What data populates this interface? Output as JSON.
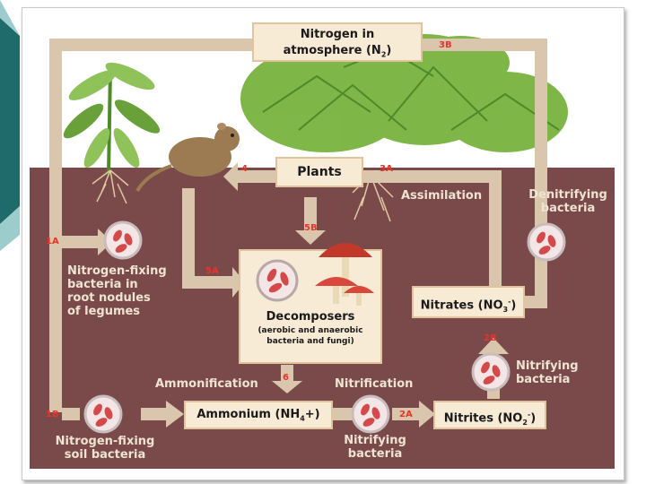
{
  "colors": {
    "soil": "#7a4a4a",
    "sky": "#ffffff",
    "arrow": "#d9c6ad",
    "box_fill": "#f8ebd6",
    "box_border": "#e1c39c",
    "label_text": "#efe3d2",
    "step_red": "#e8332a",
    "plant_green": "#6aa03a"
  },
  "boxes": {
    "atmosphere_line1": "Nitrogen in",
    "atmosphere_line2": "atmosphere (N",
    "atmosphere_sub": "2",
    "atmosphere_end": ")",
    "plants": "Plants",
    "decomposers_title": "Decomposers",
    "decomposers_line1": "(aerobic and anaerobic",
    "decomposers_line2": "bacteria and fungi)",
    "ammonium_main": "Ammonium (NH",
    "ammonium_sub": "4",
    "ammonium_end": "+)",
    "nitrites_main": "Nitrites (NO",
    "nitrites_sub": "2",
    "nitrites_sup": "-",
    "nitrites_end": ")",
    "nitrates_main": "Nitrates (NO",
    "nitrates_sub": "3",
    "nitrates_sup": "-",
    "nitrates_end": ")"
  },
  "labels": {
    "assimilation": "Assimilation",
    "denitrifying_1": "Denitrifying",
    "denitrifying_2": "bacteria",
    "nfix_root_1": "Nitrogen-fixing",
    "nfix_root_2": "bacteria in",
    "nfix_root_3": "root nodules",
    "nfix_root_4": "of legumes",
    "ammonification": "Ammonification",
    "nitrification": "Nitrification",
    "nitrifying_right_1": "Nitrifying",
    "nitrifying_right_2": "bacteria",
    "nitrifying_bottom_1": "Nitrifying",
    "nitrifying_bottom_2": "bacteria",
    "nfix_soil_1": "Nitrogen-fixing",
    "nfix_soil_2": "soil bacteria"
  },
  "steps": {
    "s1A": "1A",
    "s1B": "1B",
    "s2A": "2A",
    "s2B": "2B",
    "s3A": "3A",
    "s3B": "3B",
    "s4": "4",
    "s5A": "5A",
    "s5B": "5B",
    "s6": "6"
  },
  "icons": [
    "bacteria-circle-icon",
    "mushroom-icon",
    "rodent-icon",
    "plant-icon",
    "tree-icon",
    "root-icon"
  ]
}
